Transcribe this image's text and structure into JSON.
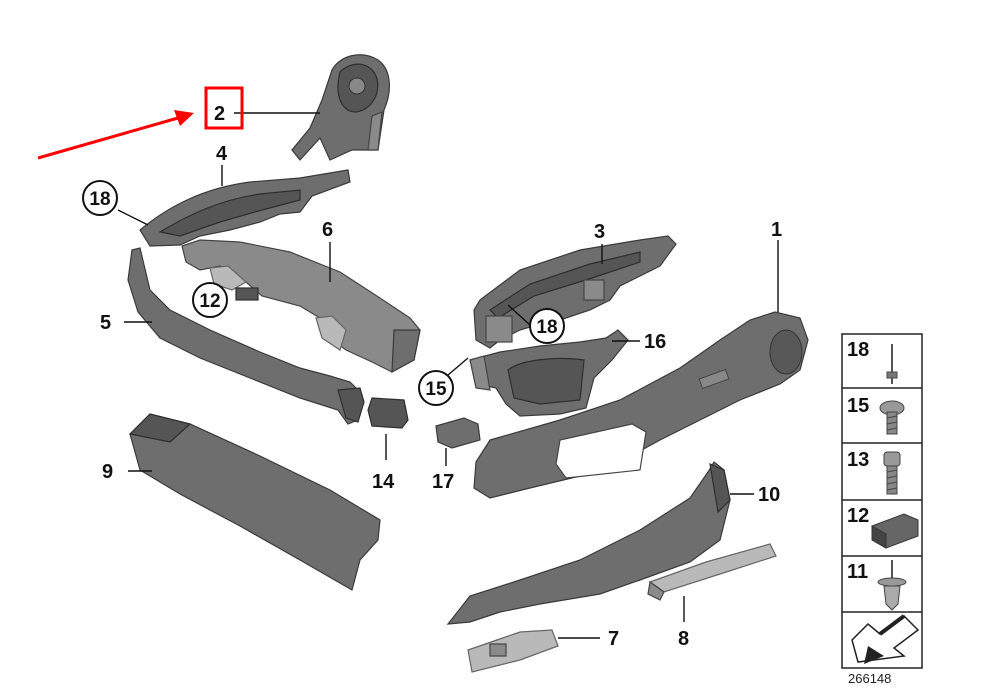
{
  "diagram": {
    "callouts": [
      {
        "id": "c2",
        "label": "2"
      },
      {
        "id": "c4",
        "label": "4"
      },
      {
        "id": "c18a",
        "label": "18"
      },
      {
        "id": "c6",
        "label": "6"
      },
      {
        "id": "c12",
        "label": "12"
      },
      {
        "id": "c5",
        "label": "5"
      },
      {
        "id": "c3",
        "label": "3"
      },
      {
        "id": "c1",
        "label": "1"
      },
      {
        "id": "c18b",
        "label": "18"
      },
      {
        "id": "c16",
        "label": "16"
      },
      {
        "id": "c15",
        "label": "15"
      },
      {
        "id": "c9",
        "label": "9"
      },
      {
        "id": "c14",
        "label": "14"
      },
      {
        "id": "c17",
        "label": "17"
      },
      {
        "id": "c10",
        "label": "10"
      },
      {
        "id": "c7",
        "label": "7"
      },
      {
        "id": "c8",
        "label": "8"
      }
    ],
    "legend": [
      {
        "label": "18",
        "icon": "pin-icon"
      },
      {
        "label": "15",
        "icon": "torx-screw-icon"
      },
      {
        "label": "13",
        "icon": "bolt-icon"
      },
      {
        "label": "12",
        "icon": "clip-nut-icon"
      },
      {
        "label": "11",
        "icon": "expanding-rivet-icon"
      }
    ],
    "legend_footer_icon": "direction-arrow-icon",
    "diagram_number": "266148",
    "highlight": {
      "target": "2",
      "color": "#ff0000"
    },
    "colors": {
      "part": "#6e6e6e",
      "arrow": "#ff0000",
      "text": "#111111"
    }
  }
}
